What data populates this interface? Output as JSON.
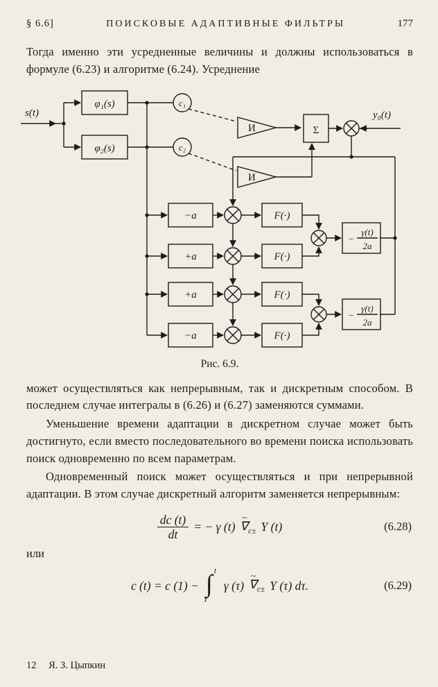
{
  "header": {
    "section": "§ 6.6]",
    "title": "ПОИСКОВЫЕ АДАПТИВНЫЕ ФИЛЬТРЫ",
    "page_number": "177"
  },
  "body": {
    "para1": "Тогда именно эти усредненные величины и должны использоваться в формуле (6.23) и алгоритме (6.24). Усреднение",
    "para2": "может осуществляться как непрерывным, так и дискретным способом. В последнем случае интегралы в (6.26) и (6.27) заменяются суммами.",
    "para3": "Уменьшение времени адаптации в дискретном случае может быть достигнуто, если вместо последовательного во времени поиска использовать поиск одновременно по всем параметрам.",
    "para4": "Одновременный поиск может осуществляться и при непрерывной адаптации. В этом случае дискретный алгоритм заменяется непрерывным:",
    "or_word": "или"
  },
  "figure": {
    "caption": "Рис. 6.9.",
    "input_label": "s(t)",
    "output_label": "y₀(t)",
    "phi1": "φ₁(s)",
    "phi2": "φ₂(s)",
    "c1": "c₁",
    "c2": "c₂",
    "integrator": "И",
    "sum": "Σ",
    "gain_row1": "−a",
    "gain_row2": "+a",
    "gain_row3": "+a",
    "gain_row4": "−a",
    "f_block": "F(·)",
    "minus": "−",
    "gamma_num": "γ(t)",
    "gamma_den": "2a"
  },
  "eq28": {
    "num": "dc (t)",
    "den": "dt",
    "mid": "= − γ (t)",
    "nabla": "∇",
    "tilde": "~",
    "sub": "c±",
    "tail": "Y (t)",
    "tag": "(6.28)"
  },
  "eq29": {
    "pre": "c (t) = c (1) −",
    "int": "∫",
    "int_top": "t",
    "int_bot": "1",
    "mid": "γ (τ)",
    "nabla": "∇",
    "tilde": "~",
    "sub": "c±",
    "tail": "Y (τ) dτ.",
    "tag": "(6.29)"
  },
  "footer": {
    "signature": "12",
    "author": "Я. З. Цыпкин"
  }
}
